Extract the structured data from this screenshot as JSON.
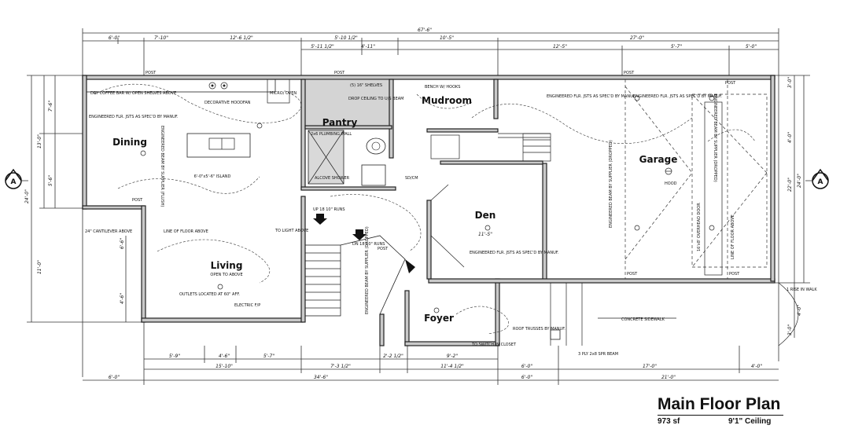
{
  "drawing": {
    "overall_dimension": "67'-6\"",
    "top_dimensions": [
      "6'-0\"",
      "7'-10\"",
      "12'-6 1/2\"",
      "5'-10 1/2\"",
      "10'-5\"",
      "27'-0\""
    ],
    "top_sub_dimensions": [
      "5'-11 1/2\"",
      "4'-11\"",
      "12'-5\"",
      "5'-7\"",
      "5'-0\""
    ],
    "bottom_dimensions": [
      "5'-9\"",
      "4'-6\"",
      "5'-7\"",
      "7'-3 1/2\"",
      "2'-2 1/2\"",
      "11'-4 1/2\"",
      "6'-0\"",
      "17'-0\"",
      "4'-0\""
    ],
    "bottom_totals": [
      "6'-0\"",
      "15'-10\"",
      "9'-2\"",
      "34'-6\"",
      "6'-0\"",
      "21'-0\""
    ],
    "left_dimensions": [
      "7'-6\"",
      "13'-0\"",
      "5'-6\"",
      "24'-0\"",
      "11'-0\"",
      "6'-6\"",
      "4'-6\""
    ],
    "right_dimensions": [
      "3'-0\"",
      "4'-0\"",
      "22'-0\"",
      "24'-0\"",
      "4'-0\"",
      "3'-0\""
    ],
    "section_marker": "A"
  },
  "rooms": {
    "pantry": "Pantry",
    "mudroom": "Mudroom",
    "dining": "Dining",
    "garage": "Garage",
    "den": "Den",
    "den_size": "11'-5\"",
    "living": "Living",
    "living_note": "OPEN TO ABOVE",
    "foyer": "Foyer"
  },
  "notes": {
    "post": "POST",
    "coffee_bar": "DRY COFFEE BAR W/ OPEN SHELVES ABOVE",
    "decorative_hood": "DECORATIVE HOODFAN",
    "micro_oven": "MICRO/ OVEN",
    "shelves": "(5) 16\" SHELVES",
    "drop_ceiling": "DROP CEILING TO U/S BEAM",
    "plumbing_wall": "2x6 PLUMBING WALL",
    "bench": "BENCH W/ HOOKS",
    "island": "6'-0\"x5'-6\" ISLAND",
    "eng_joists": "ENGINEERED FLR. JSTS AS SPEC'D BY MANUF.",
    "eng_beam": "ENGINEERED BEAM BY SUPPLIER (FLUSH)",
    "eng_beam_dropped": "ENGINEERED BEAM BY SUPPLIER (DROPPED)",
    "overhead_door": "16'x8' OVERHEAD DOOR",
    "line_floor_above_garage": "LINE OF FLOOR ABOVE",
    "cantilever": "24\" CANTILEVER ABOVE",
    "line_floor_above": "LINE OF FLOOR ABOVE",
    "to_light_above": "TO LIGHT ABOVE",
    "up_risers": "UP 18 10\" RUNS",
    "dn_risers": "DN 18 10\" RUNS",
    "outlets": "OUTLETS LOCATED AT 60\" AFF.",
    "electric_fp": "ELECTRIC F/P",
    "roof_trusses": "ROOF TRUSSES BY MANUF.",
    "concrete_sidewalk": "CONCRETE SIDEWALK",
    "ply_beam": "3 PLY 2x8 SPR BEAM",
    "to_switch": "TO SWITCH IN CLOSET",
    "alcove_shower": "ALCOVE SHOWER",
    "sd_cm": "SD/CM",
    "rise_walk": "1 RISE IN WALK",
    "hood_light": "HOOD"
  },
  "title": {
    "name": "Main Floor Plan",
    "area": "973 sf",
    "ceiling": "9'1\" Ceiling"
  }
}
